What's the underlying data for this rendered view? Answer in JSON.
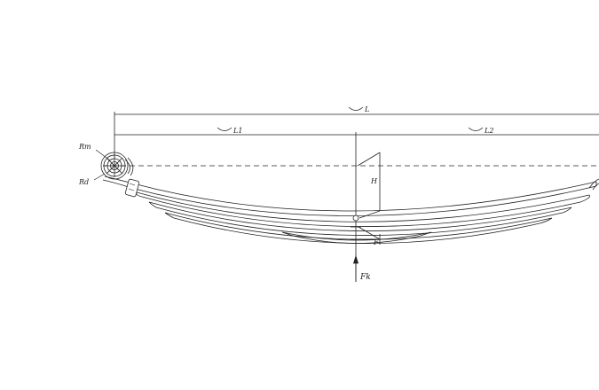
{
  "labels": {
    "total_length": "L",
    "front_length": "L1",
    "rear_length": "L2",
    "height": "H",
    "deflection": "F",
    "load": "Fk",
    "eye_main": "Rm",
    "eye_second": "Rd"
  },
  "colors": {
    "line": "#222222",
    "background": "#ffffff"
  }
}
